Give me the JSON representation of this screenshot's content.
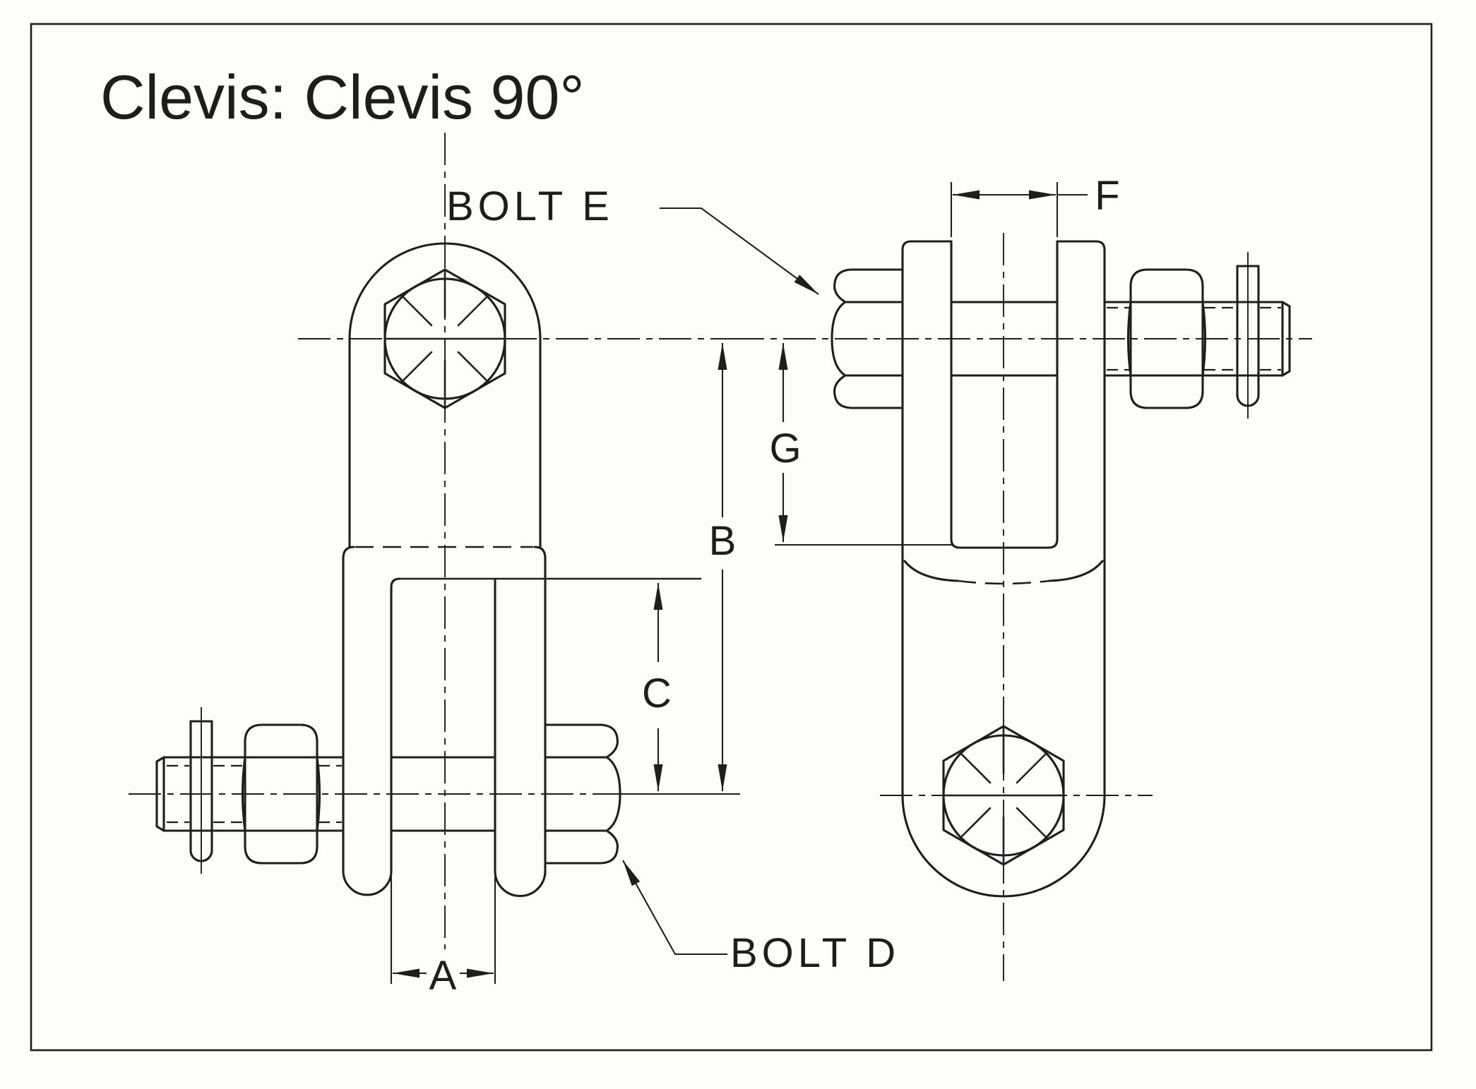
{
  "title": "Clevis: Clevis 90°",
  "colors": {
    "background": "#fdfdfc",
    "line": "#1e1e1e",
    "border": "#1e1e1e"
  },
  "labels": {
    "bolt_e": "BOLT E",
    "bolt_d": "BOLT D"
  },
  "dimension_labels": {
    "a": "A",
    "b": "B",
    "c": "C",
    "f": "F",
    "g": "G"
  }
}
